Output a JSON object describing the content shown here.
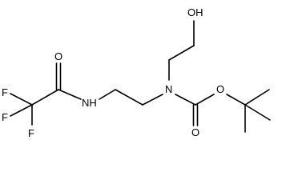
{
  "molecule": {
    "atoms": {
      "f1": "F",
      "f2": "F",
      "f3": "F",
      "o_amide": "O",
      "nh": "NH",
      "n_tertiary": "N",
      "oh": "OH",
      "o_carbonyl": "O",
      "o_ester": "O"
    }
  },
  "colors": {
    "line": "#000000",
    "background": "#ffffff"
  }
}
